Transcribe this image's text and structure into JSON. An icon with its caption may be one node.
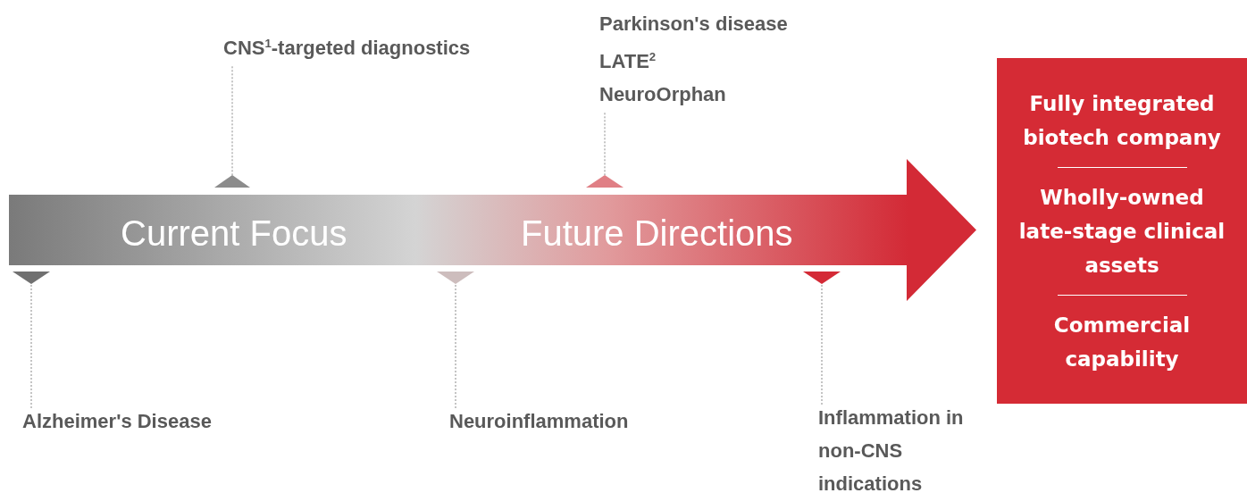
{
  "diagram": {
    "nodes": [
      {
        "text": [
          "Current Focus",
          "Future Directions"
        ]
      },
      {
        "text": [],
        "shape": "triangle"
      },
      {
        "text": [],
        "shape": "triangle"
      },
      {
        "text": [],
        "shape": "triangle"
      },
      {
        "text": [],
        "shape": "triangle"
      },
      {
        "text": [],
        "shape": "triangle"
      },
      {
        "text": [
          "CNS$^{1}$-targeted diagnostics"
        ]
      },
      {
        "text": [
          "Parkinson's disease",
          "LATE$^{2}$",
          "NeuroOrphan"
        ]
      },
      {
        "text": [
          "Alzheimer's Disease"
        ]
      },
      {
        "text": [
          "Neuroinflammation"
        ]
      },
      {
        "text": [
          "Inflammation in non-CNS indications"
        ]
      },
      {
        "text": [
          "Fully integrated biotech company",
          "Wholly-owned late-stage clinical assets",
          "Commercial capability"
        ]
      }
    ],
    "edges": [
      {
        "from": 6,
        "to": 1,
        "arrow": "none",
        "style": "dashed"
      },
      {
        "from": 7,
        "to": 2,
        "arrow": "none",
        "style": "dashed"
      },
      {
        "from": 8,
        "to": 3,
        "arrow": "none",
        "style": "dashed"
      },
      {
        "from": 9,
        "to": 4,
        "arrow": "none",
        "style": "dashed"
      },
      {
        "from": 10,
        "to": 5,
        "arrow": "none",
        "style": "dashed"
      }
    ]
  }
}
